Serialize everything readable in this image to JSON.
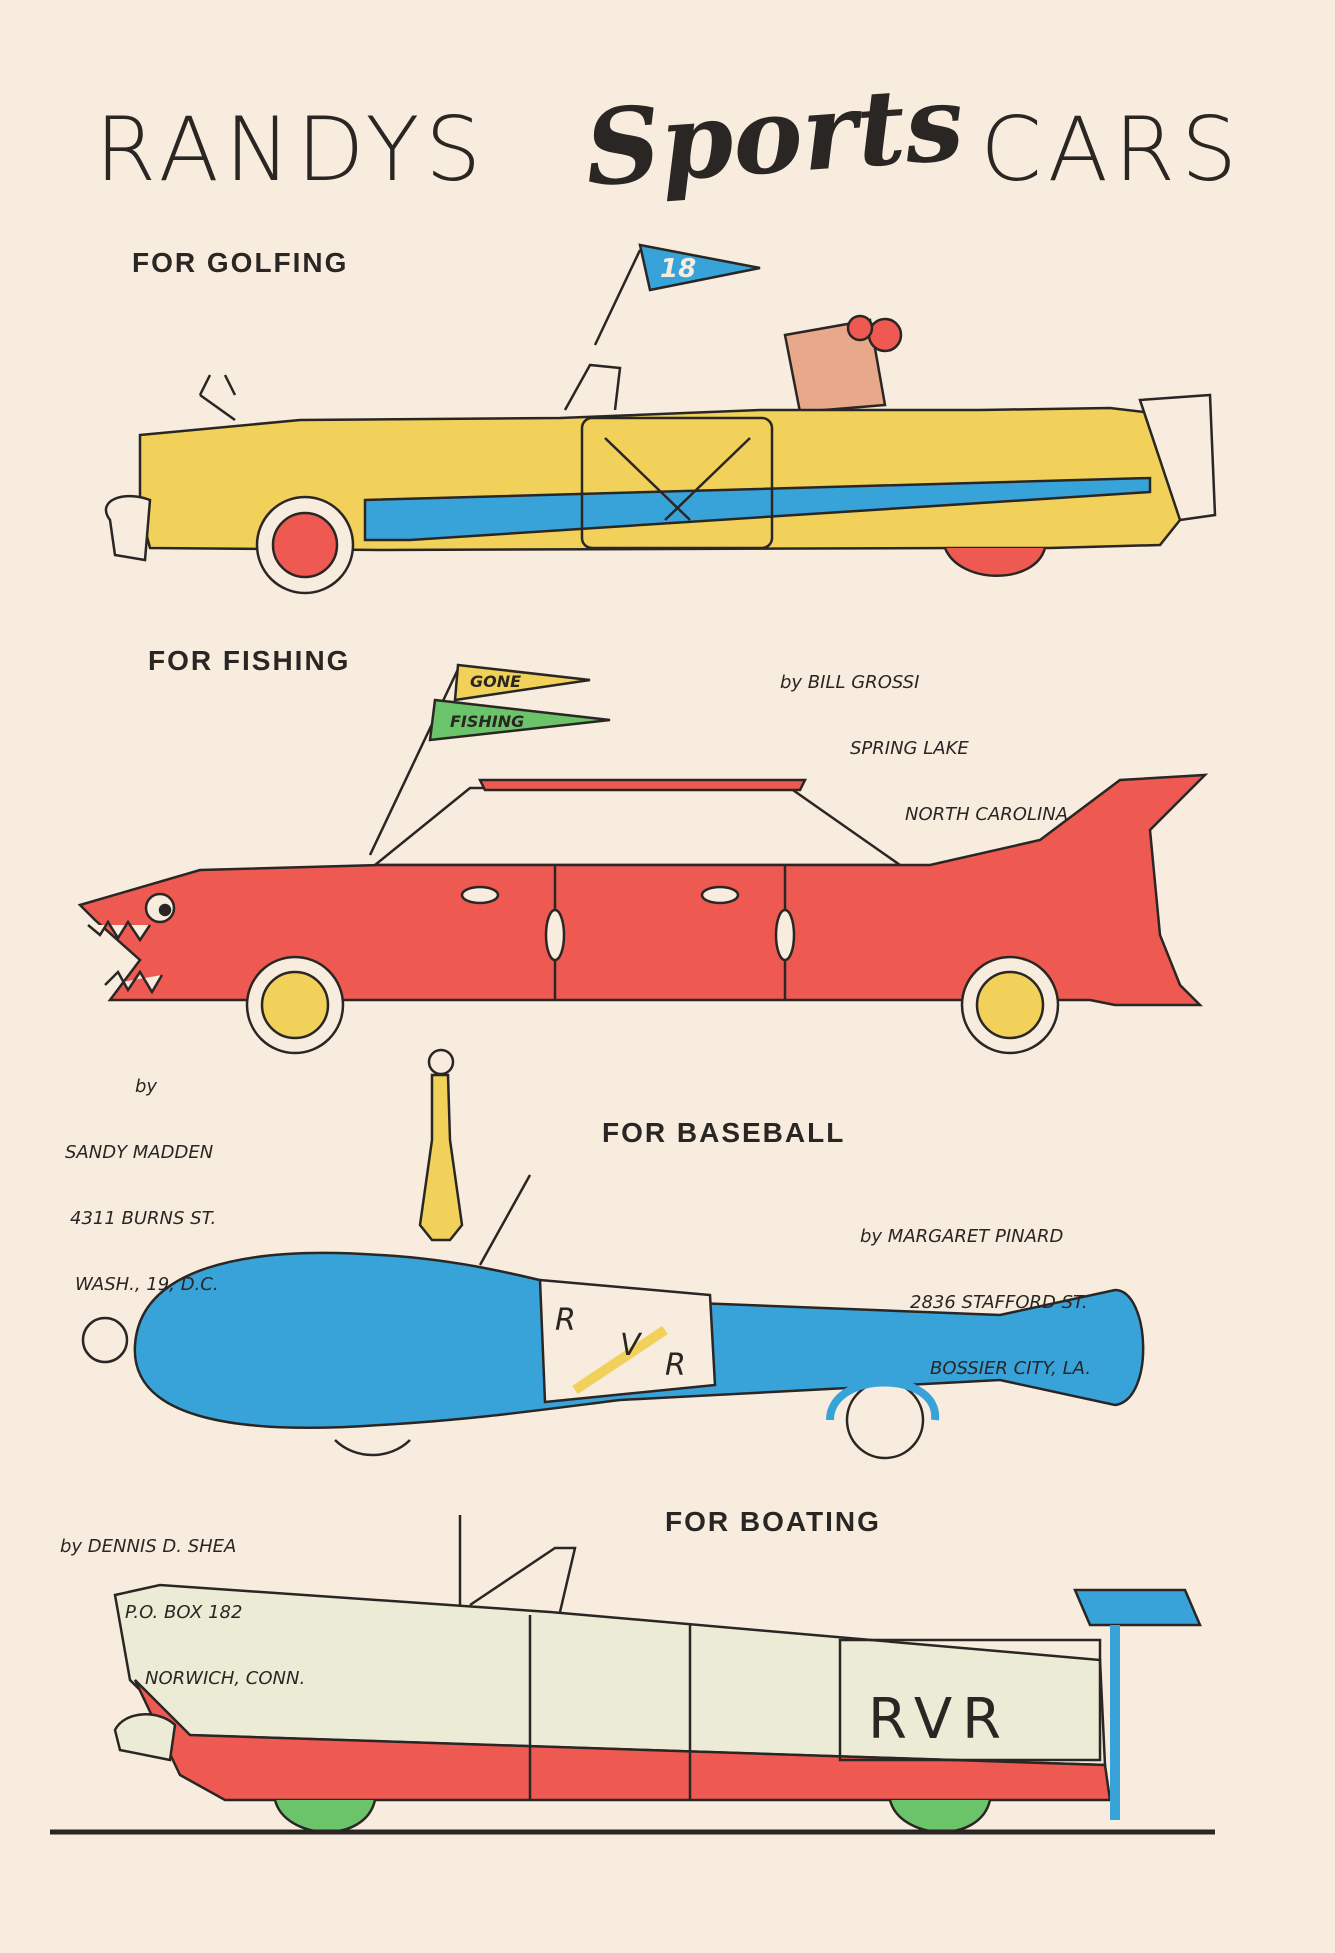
{
  "title": {
    "left": "RANDYS",
    "middle": "Sports",
    "right": "CARS"
  },
  "sections": [
    {
      "heading": "FOR GOLFING",
      "flag_label": "18",
      "credit": [
        "by BILL GROSSI",
        "SPRING LAKE",
        "NORTH CAROLINA"
      ]
    },
    {
      "heading": "FOR FISHING",
      "flag_labels": [
        "GONE",
        "FISHING"
      ],
      "credit": [
        "by",
        "SANDY MADDEN",
        "4311 BURNS ST.",
        "WASH., 19, D.C."
      ]
    },
    {
      "heading": "FOR BASEBALL",
      "door_label": [
        "R",
        "V",
        "R"
      ],
      "credit": [
        "by MARGARET PINARD",
        "2836 STAFFORD ST.",
        "BOSSIER CITY, LA."
      ]
    },
    {
      "heading": "FOR BOATING",
      "side_label": "RVR",
      "credit": [
        "by DENNIS D. SHEA",
        "P.O. BOX 182",
        "NORWICH, CONN."
      ]
    }
  ],
  "colors": {
    "paper": "#f7ecde",
    "ink": "#2a2624",
    "yellow": "#f2d15a",
    "red": "#ee5a52",
    "blue": "#38a3d8",
    "green": "#6cc46a",
    "cream": "#ecebd6"
  }
}
